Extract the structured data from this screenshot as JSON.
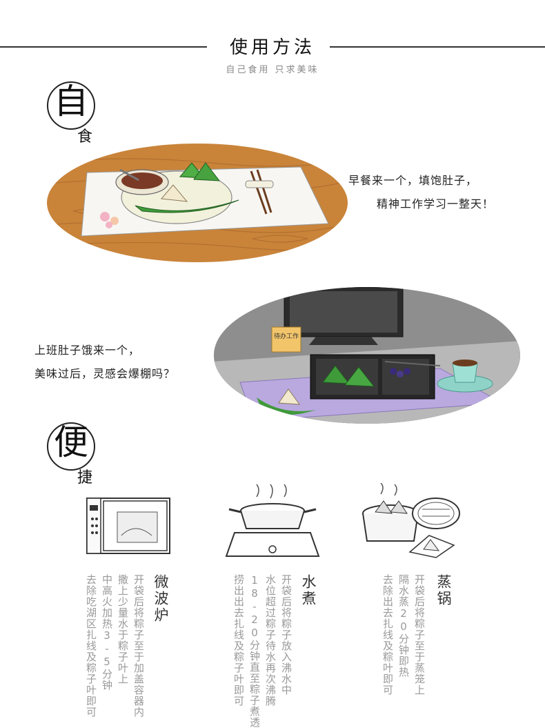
{
  "header": {
    "title": "使用方法",
    "subtitle": "自己食用 只求美味"
  },
  "section_self": {
    "big": "自",
    "small": "食"
  },
  "section_fast": {
    "big": "便",
    "small": "捷"
  },
  "breakfast": {
    "line1": "早餐来一个，填饱肚子，",
    "line2": "精神工作学习一整天！"
  },
  "office": {
    "line1": "上班肚子饿来一个，",
    "line2": "美味过后，灵感会爆棚吗？",
    "note": "待办工作"
  },
  "methods": [
    {
      "title": "微波炉",
      "steps": [
        "开袋后将粽子至于加盖容器内",
        "撒上少量水于粽子叶上",
        "中高火加热3-5分钟",
        "去除吃湖区扎线及粽子叶即可"
      ]
    },
    {
      "title": "水煮",
      "steps": [
        "开袋后将粽子放入沸水中",
        "水位超过粽子待水再次沸腾",
        "18-20分钟直至粽子煮透",
        "捞出出去扎线及粽子叶即可"
      ]
    },
    {
      "title": "蒸锅",
      "steps": [
        "开袋后将粽子至于蒸笼上",
        "隔水蒸20分钟即热",
        "去除出去扎线及粽叶即可"
      ]
    }
  ],
  "colors": {
    "wood": "#c9843a",
    "leaf": "#3f9a3a",
    "lavender": "#b9a9df",
    "desk": "#b8b8b8"
  }
}
